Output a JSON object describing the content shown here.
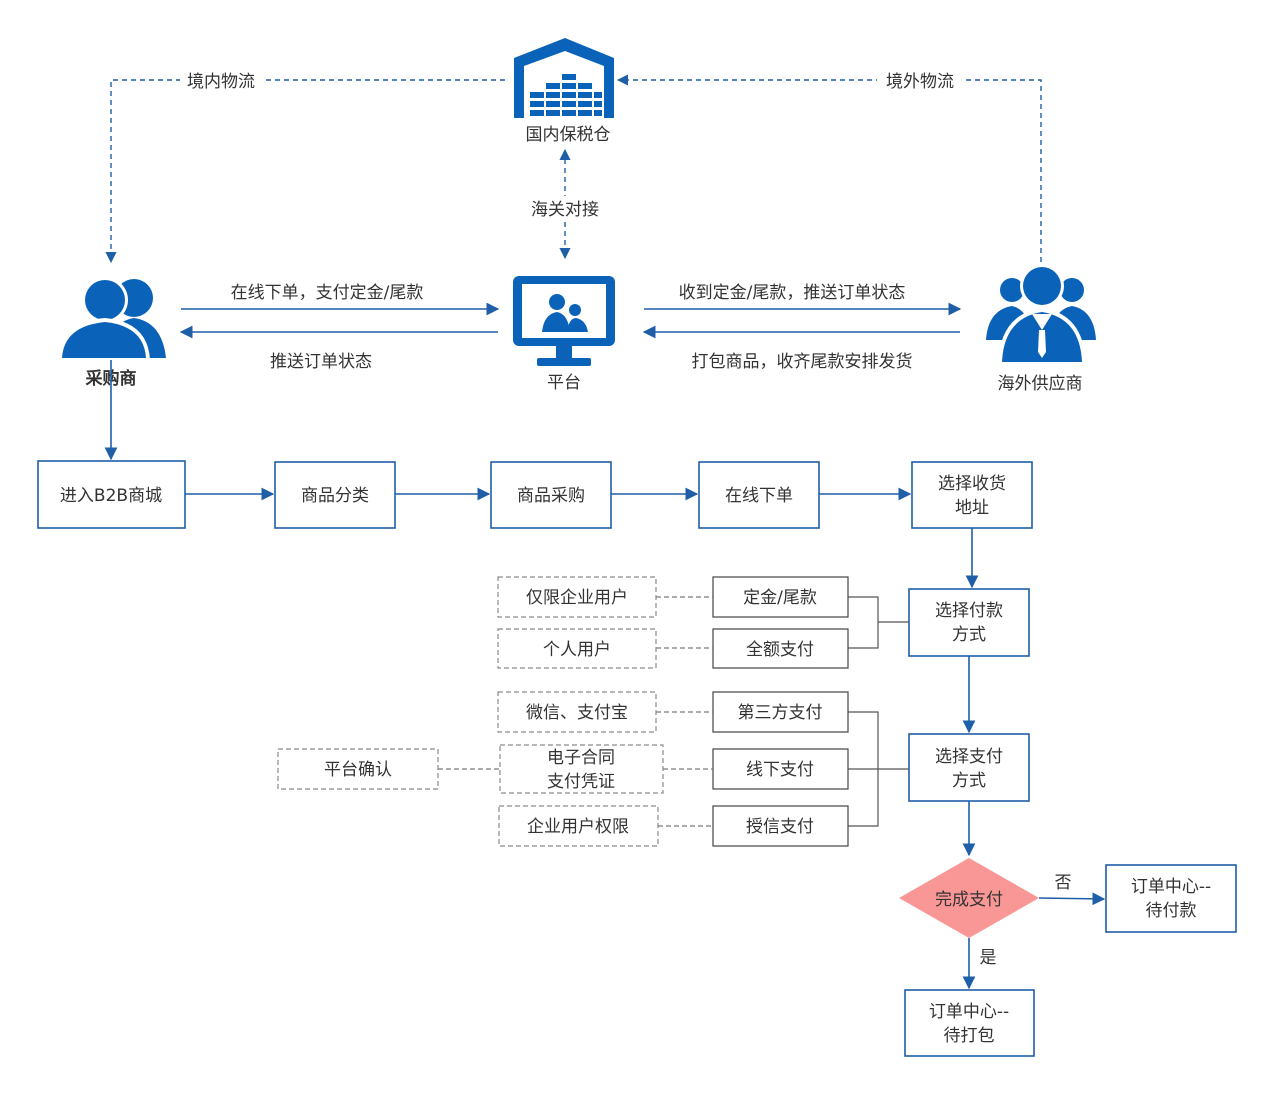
{
  "colors": {
    "primary": "#0a63b8",
    "decision_fill": "#f99696",
    "box_border": "#1f5fa8"
  },
  "nodes": {
    "warehouse": "国内保税仓",
    "buyer": "采购商",
    "platform": "平台",
    "supplier": "海外供应商"
  },
  "edges": {
    "domestic_logistics": "境内物流",
    "overseas_logistics": "境外物流",
    "customs": "海关对接",
    "buyer_to_platform": "在线下单，支付定金/尾款",
    "platform_to_buyer": "推送订单状态",
    "platform_to_supplier": "收到定金/尾款，推送订单状态",
    "supplier_to_platform": "打包商品，收齐尾款安排发货"
  },
  "flow": {
    "enter_mall": "进入B2B商城",
    "category": "商品分类",
    "purchase": "商品采购",
    "order_online": "在线下单",
    "select_address": [
      "选择收货",
      "地址"
    ],
    "select_pay_type": [
      "选择付款",
      "方式"
    ],
    "select_pay_method": [
      "选择支付",
      "方式"
    ],
    "complete_payment": "完成支付",
    "no_label": "否",
    "yes_label": "是",
    "order_pending_payment": [
      "订单中心--",
      "待付款"
    ],
    "order_pending_pack": [
      "订单中心--",
      "待打包"
    ]
  },
  "pay_types": {
    "deposit": "定金/尾款",
    "full": "全额支付",
    "enterprise_only": "仅限企业用户",
    "individual": "个人用户"
  },
  "pay_methods": {
    "third_party": "第三方支付",
    "offline": "线下支付",
    "credit": "授信支付",
    "wechat_alipay": "微信、支付宝",
    "contract": [
      "电子合同",
      "支付凭证"
    ],
    "enterprise_rights": "企业用户权限",
    "platform_confirm": "平台确认"
  }
}
